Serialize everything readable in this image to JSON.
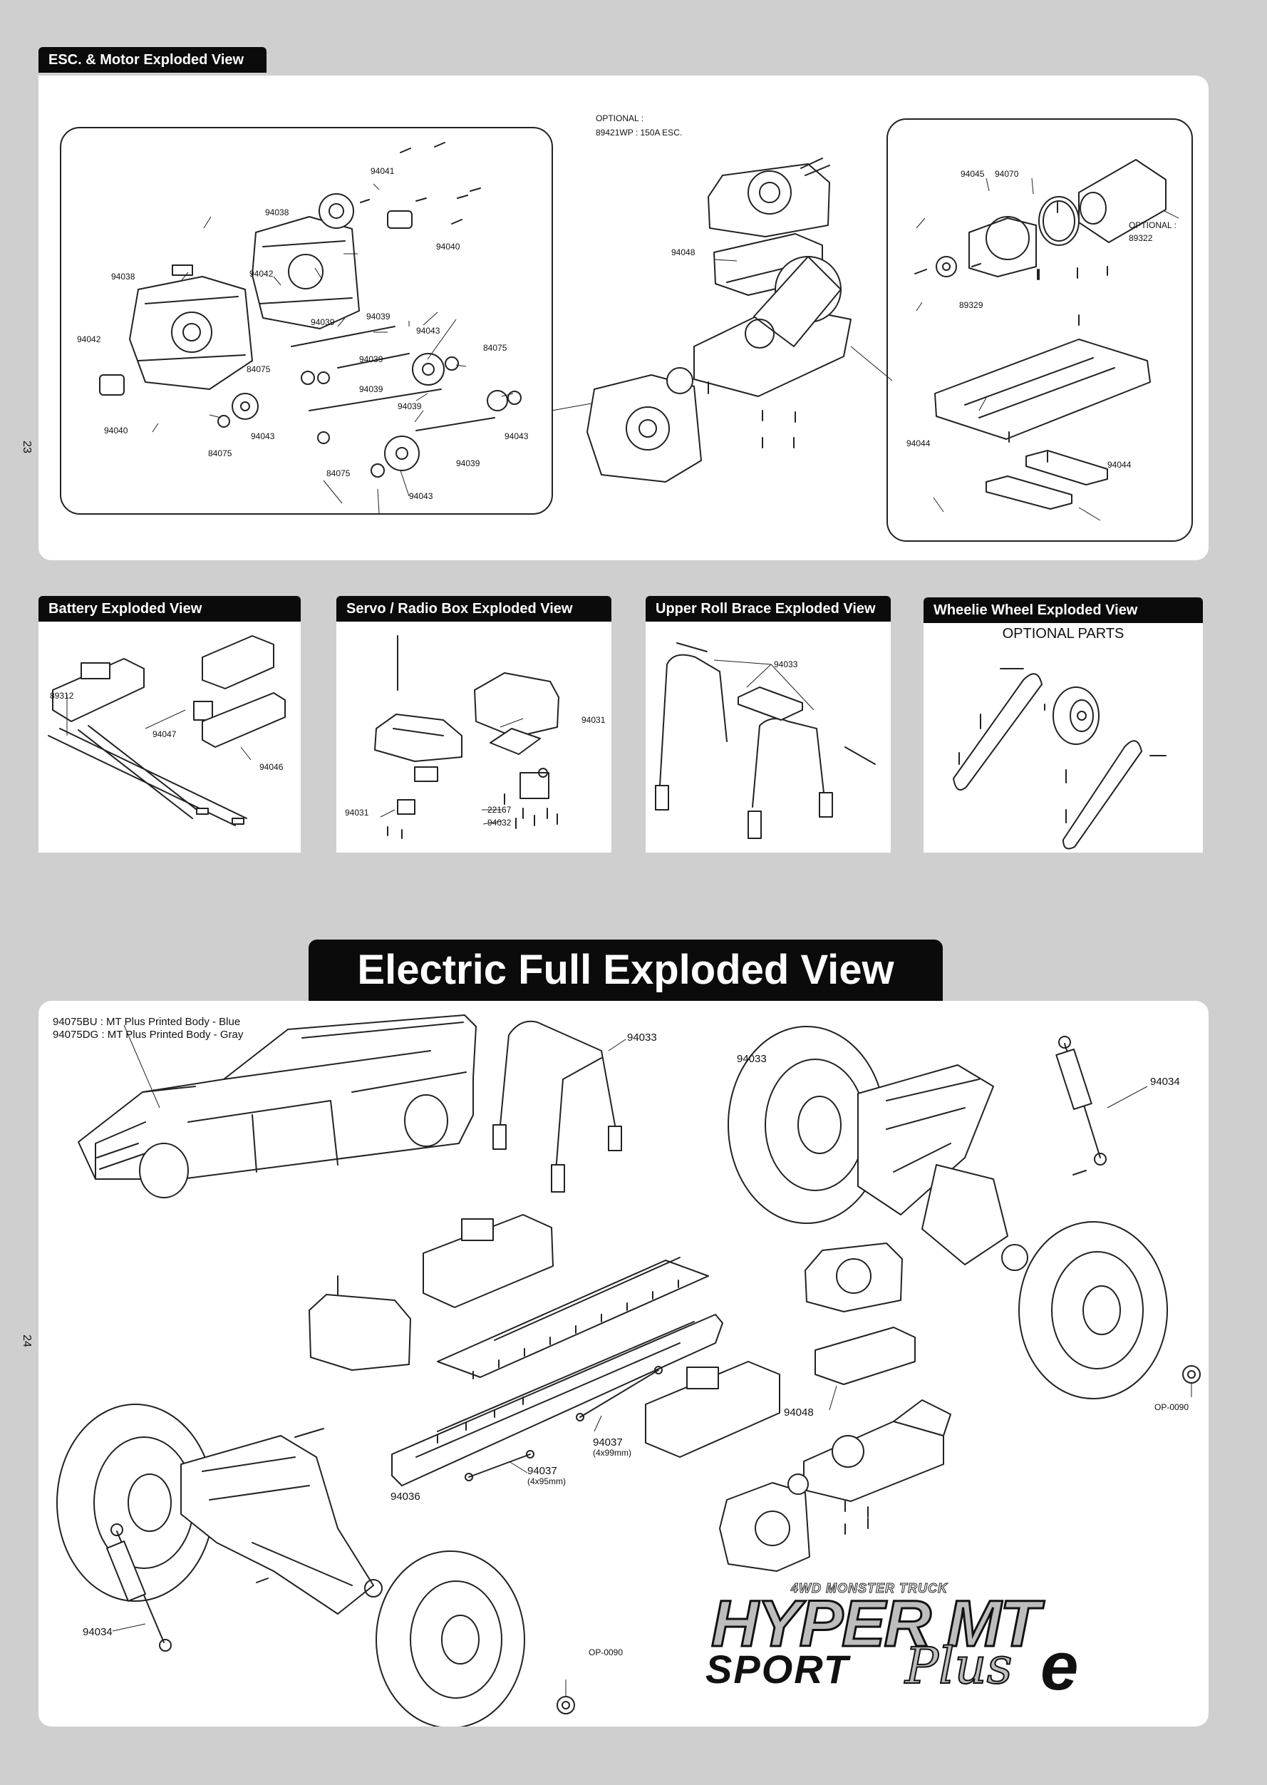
{
  "page_numbers": {
    "top": "23",
    "bottom": "24"
  },
  "sections": {
    "esc_motor": {
      "title": "ESC. & Motor Exploded View"
    },
    "battery": {
      "title": "Battery Exploded View"
    },
    "servo_radio": {
      "title": "Servo / Radio Box Exploded View"
    },
    "upper_roll": {
      "title": "Upper Roll Brace Exploded View"
    },
    "wheelie": {
      "title": "Wheelie Wheel Exploded View",
      "subtitle": "OPTIONAL PARTS"
    },
    "full": {
      "title": "Electric Full Exploded View"
    }
  },
  "esc_motor_labels": {
    "optional_esc_1": "OPTIONAL :",
    "optional_esc_2": "89421WP : 150A ESC.",
    "optional_motor_1": "OPTIONAL :",
    "optional_motor_2": "89322",
    "p94041": "94041",
    "p94038a": "94038",
    "p94038b": "94038",
    "p94042a": "94042",
    "p94042b": "94042",
    "p94040a": "94040",
    "p94040b": "94040",
    "p94039a": "94039",
    "p94039b": "94039",
    "p94039c": "94039",
    "p94039d": "94039",
    "p94039e": "94039",
    "p94039f": "94039",
    "p84075a": "84075",
    "p84075b": "84075",
    "p84075c": "84075",
    "p84075d": "84075",
    "p94043a": "94043",
    "p94043b": "94043",
    "p94043c": "94043",
    "p94043d": "94043",
    "p94048": "94048",
    "p94045": "94045",
    "p94070": "94070",
    "p89329": "89329",
    "p94044a": "94044",
    "p94044b": "94044"
  },
  "battery_labels": {
    "p89312": "89312",
    "p94047": "94047",
    "p94046": "94046"
  },
  "servo_labels": {
    "p94031a": "94031",
    "p94031b": "94031",
    "p22167": "22167",
    "p94032": "94032"
  },
  "roll_labels": {
    "p94033": "94033"
  },
  "full_labels": {
    "body_1": "94075BU : MT Plus Printed Body - Blue",
    "body_2": "94075DG : MT Plus Printed Body - Gray",
    "p94033a": "94033",
    "p94033b": "94033",
    "p94034a": "94034",
    "p94034b": "94034",
    "p94037a": "94037",
    "p94037a_size": "(4x99mm)",
    "p94037b": "94037",
    "p94037b_size": "(4x95mm)",
    "p94036": "94036",
    "p94048": "94048",
    "op_a": "OP-0090",
    "op_b": "OP-0090"
  },
  "logo": {
    "tagline": "4WD MONSTER TRUCK",
    "line1": "HYPER MT",
    "line2a": "SPORT",
    "line2b": "Plus",
    "line2c": "e"
  }
}
